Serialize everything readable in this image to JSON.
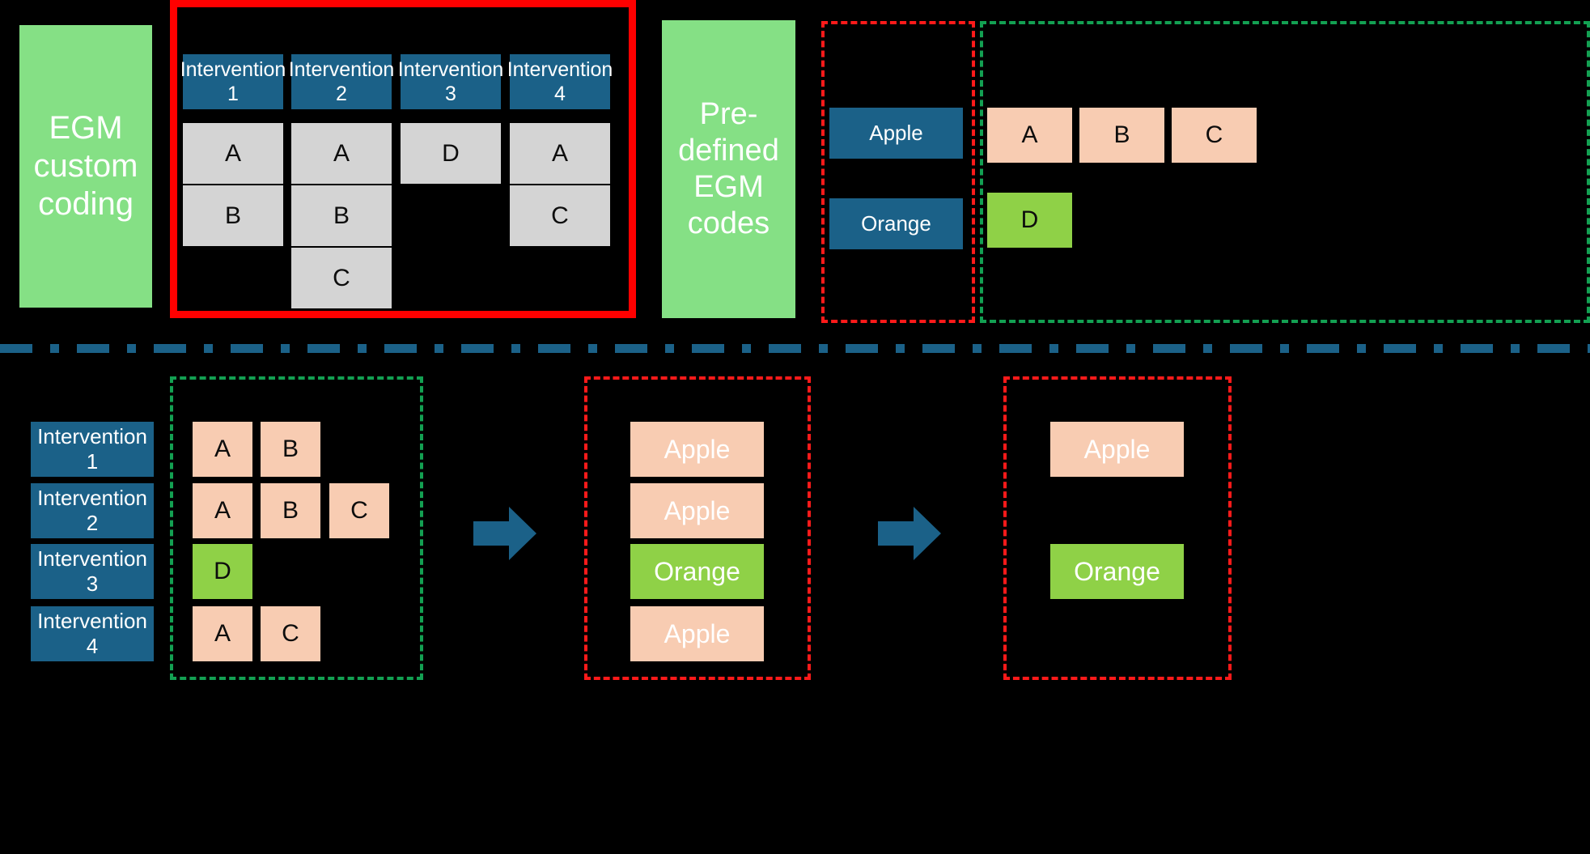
{
  "meta": {
    "background": "#000000",
    "colors": {
      "green_panel": "#85E085",
      "blue_chip": "#1B6188",
      "grey_cell": "#D4D4D4",
      "peach_cell": "#F8CCB2",
      "lime_cell": "#8FD147",
      "solid_red": "#FF0000",
      "dashed_red": "#FF1A1A",
      "dashed_green": "#13A052",
      "arrow": "#1B6188",
      "divider": "#1B6188"
    }
  },
  "top": {
    "custom_panel_label": "EGM\ncustom\ncoding",
    "predefined_panel_label": "Pre-\ndefined\nEGM\ncodes",
    "custom_matrix": {
      "headers": [
        "Intervention\n1",
        "Intervention\n2",
        "Intervention\n3",
        "Intervention\n4"
      ],
      "columns": [
        [
          "A",
          "B"
        ],
        [
          "A",
          "B",
          "C"
        ],
        [
          "D"
        ],
        [
          "A",
          "C"
        ]
      ]
    },
    "predefined_codes": [
      "Apple",
      "Orange"
    ],
    "predefined_children": {
      "row1": [
        "A",
        "B",
        "C"
      ],
      "row2": [
        "D"
      ]
    }
  },
  "bottom": {
    "interventions": [
      "Intervention 1",
      "Intervention 2",
      "Intervention 3",
      "Intervention 4"
    ],
    "coded_rows": [
      [
        {
          "code": "A",
          "kind": "peach"
        },
        {
          "code": "B",
          "kind": "peach"
        }
      ],
      [
        {
          "code": "A",
          "kind": "peach"
        },
        {
          "code": "B",
          "kind": "peach"
        },
        {
          "code": "C",
          "kind": "peach"
        }
      ],
      [
        {
          "code": "D",
          "kind": "lime"
        }
      ],
      [
        {
          "code": "A",
          "kind": "peach"
        },
        {
          "code": "C",
          "kind": "peach"
        }
      ]
    ],
    "mapped_rows": [
      {
        "label": "Apple",
        "kind": "peach"
      },
      {
        "label": "Apple",
        "kind": "peach"
      },
      {
        "label": "Orange",
        "kind": "lime"
      },
      {
        "label": "Apple",
        "kind": "peach"
      }
    ],
    "deduped_rows": [
      {
        "label": "Apple",
        "kind": "peach"
      },
      {
        "label": "Orange",
        "kind": "lime"
      }
    ],
    "arrow_1": "right-arrow",
    "arrow_2": "right-arrow"
  }
}
